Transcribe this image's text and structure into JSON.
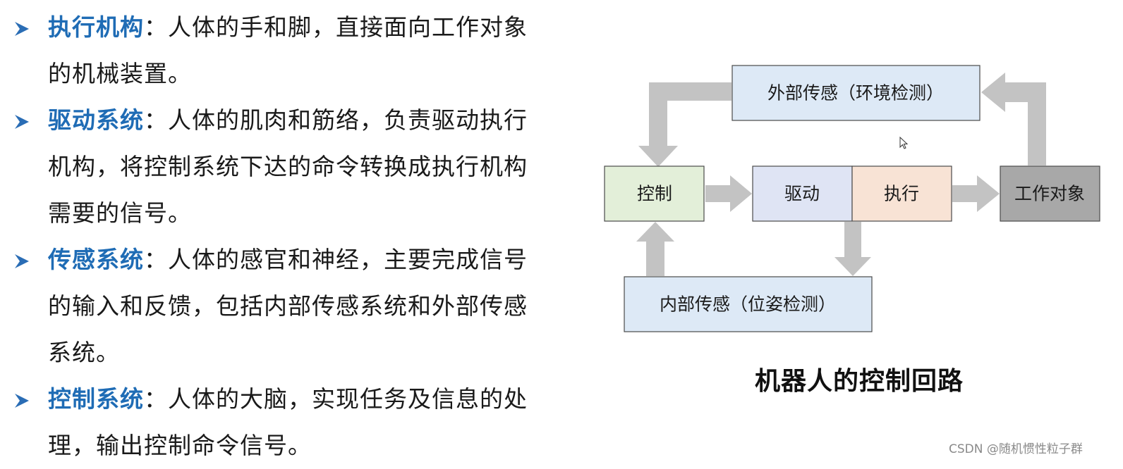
{
  "bullets": [
    {
      "term": "执行机构",
      "separator": "：",
      "lines": [
        "人体的手和脚，直接面向工作对象",
        "的机械装置。"
      ]
    },
    {
      "term": "驱动系统",
      "separator": "：",
      "lines": [
        "人体的肌肉和筋络，负责驱动执行",
        "机构，将控制系统下达的命令转换成执行机构",
        "需要的信号。"
      ]
    },
    {
      "term": "传感系统",
      "separator": "：",
      "lines": [
        "人体的感官和神经，主要完成信号",
        "的输入和反馈，包括内部传感系统和外部传感",
        "系统。"
      ]
    },
    {
      "term": "控制系统",
      "separator": "：",
      "lines": [
        "人体的大脑，实现任务及信息的处",
        "理，输出控制命令信号。"
      ]
    }
  ],
  "diagram": {
    "external_sensing": "外部传感（环境检测）",
    "control": "控制",
    "drive": "驱动",
    "execute": "执行",
    "work_object": "工作对象",
    "internal_sensing": "内部传感（位姿检测）",
    "caption": "机器人的控制回路"
  },
  "colors": {
    "term_blue": "#1f6cb5",
    "bullet_arrow_blue": "#2a6db5",
    "external_fill": "#dde9f6",
    "control_fill": "#e3efd9",
    "drive_fill": "#dfe4f4",
    "execute_fill": "#f8e3d5",
    "work_object_fill": "#a8a8a8",
    "internal_fill": "#dde9f6",
    "flow_arrow_gray": "#c3c3c3"
  },
  "watermark": "CSDN @随机惯性粒子群"
}
